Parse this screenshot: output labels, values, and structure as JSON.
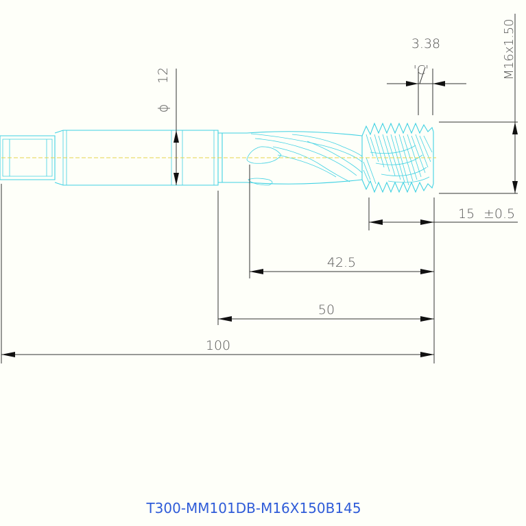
{
  "drawing": {
    "part_code": "T300-MM101DB-M16X150B145",
    "dimensions": {
      "overall_length": "100",
      "flute_length": "50",
      "chip_length": "42.5",
      "thread_length": "15",
      "thread_tolerance": "±0.5",
      "chamfer_length": "3.38",
      "chamfer_label": "'C'",
      "shank_diameter_symbol": "ϕ",
      "shank_diameter": "12",
      "thread_size": "M16x1.50"
    },
    "colors": {
      "tool_outline": "#3fd1e3",
      "dimension_lines": "#333333",
      "centerline": "#e7d64a",
      "part_code": "#2e5bd8",
      "background": "#fefff9"
    }
  }
}
